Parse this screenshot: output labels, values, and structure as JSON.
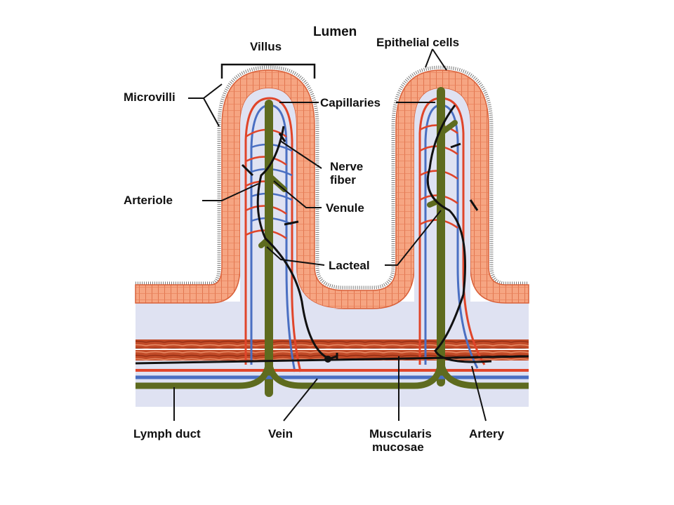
{
  "diagram": {
    "labels": {
      "lumen": "Lumen",
      "villus": "Villus",
      "epithelial_cells": "Epithelial cells",
      "microvilli": "Microvilli",
      "capillaries": "Capillaries",
      "nerve_fiber_line1": "Nerve",
      "nerve_fiber_line2": "fiber",
      "arteriole": "Arteriole",
      "venule": "Venule",
      "lacteal": "Lacteal",
      "lymph_duct": "Lymph duct",
      "vein": "Vein",
      "muscularis_line1": "Muscularis",
      "muscularis_line2": "mucosae",
      "artery": "Artery"
    },
    "colors": {
      "epithelium": "#f4a07c",
      "epithelium_dark": "#d9613a",
      "lamina": "#d9dcef",
      "muscle": "#b23a1c",
      "muscle_light": "#e58a62",
      "lymph": "#5e6b1f",
      "vein": "#4a6fc2",
      "artery": "#e0452a",
      "nerve": "#111111"
    }
  }
}
